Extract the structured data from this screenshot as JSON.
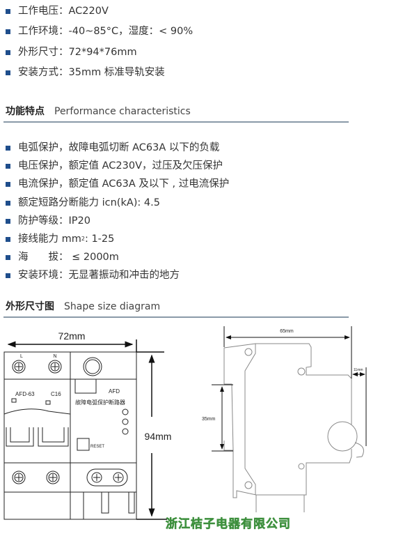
{
  "specs": [
    "工作电压：AC220V",
    "工作环境：-40~85°C，湿度：< 90%",
    "外形尺寸：72*94*76mm",
    "安装方式：35mm 标准导轨安装"
  ],
  "performance": {
    "title_cn": "功能特点",
    "title_en": "Performance  characteristics",
    "items": [
      "电弧保护，故障电弧切断 AC63A 以下的负载",
      "电压保护，额定值 AC230V，过压及欠压保护",
      "电流保护，额定值 AC63A 及以下 , 过电流保护",
      "额定短路分断能力 icn(kA): 4.5",
      "防护等级：IP20",
      "接线能力 mm",
      "海　　拔： ≤ 2000m",
      "安装环境：无显著振动和冲击的地方"
    ],
    "wiring_sup": "2",
    "wiring_value": ": 1-25"
  },
  "diagram": {
    "title_cn": "外形尺寸图",
    "title_en": "Shape size diagram",
    "width_label": "72mm",
    "height_label": "94mm",
    "terminal_l": "L",
    "terminal_n": "N",
    "model": "AFD-63",
    "rating": "C16",
    "afd_label": "AFD",
    "device_name": "故障电弧保护断路器",
    "reset_label": "RESET",
    "depth_label": "65mm",
    "rail_label": "35mm",
    "offset_label": "11mm",
    "watermark": "浙江桔子电器有限公司"
  },
  "colors": {
    "bullet": "#1f4e8c",
    "rule": "#8a9aa8",
    "watermark": "#7ed27e"
  }
}
